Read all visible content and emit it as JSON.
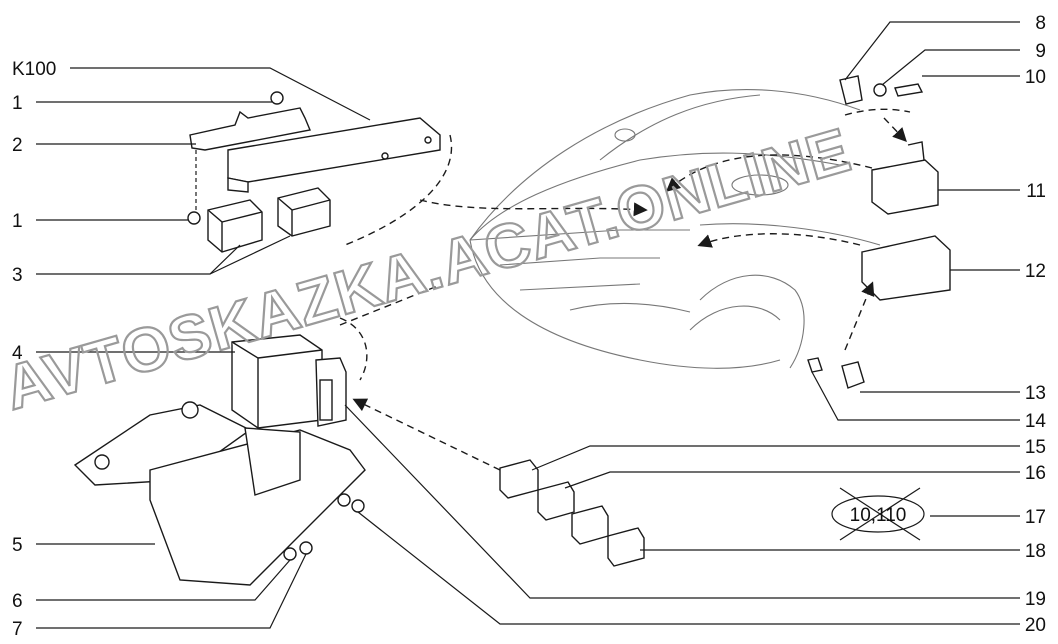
{
  "diagram": {
    "labels_left": [
      "K100",
      "1",
      "2",
      "1",
      "3",
      "4",
      "5",
      "6",
      "7"
    ],
    "labels_right": [
      "8",
      "9",
      "10",
      "11",
      "12",
      "13",
      "14",
      "15",
      "16",
      "17",
      "18",
      "19",
      "20"
    ],
    "crossed_note": "10,110",
    "watermark": "AVTOSKAZKA.ACAT.ONLINE"
  }
}
